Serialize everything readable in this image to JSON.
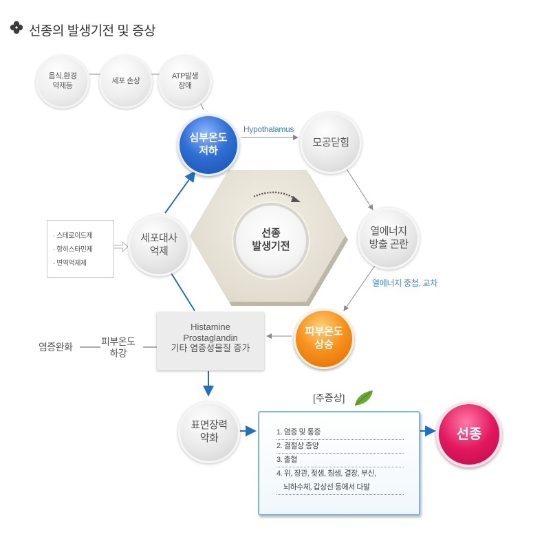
{
  "title": "선종의 발생기전 및 증상",
  "center": {
    "line1": "선종",
    "line2": "발생기전"
  },
  "top_chain": [
    {
      "line1": "음식,환경",
      "line2": "약제등"
    },
    {
      "line1": "세포 손상",
      "line2": ""
    },
    {
      "line1": "ATP발생",
      "line2": "장애"
    }
  ],
  "nodes": {
    "core_temp_drop": {
      "line1": "심부온도",
      "line2": "저하"
    },
    "pore_closure": {
      "line1": "모공닫힘",
      "line2": ""
    },
    "heat_release": {
      "line1": "열에너지",
      "line2": "방출 곤란"
    },
    "skin_temp_rise": {
      "line1": "피부온도",
      "line2": "상승"
    },
    "cell_metabolism": {
      "line1": "세포대사",
      "line2": "억제"
    },
    "surface_tension": {
      "line1": "표면장력",
      "line2": "약화"
    },
    "adenoma": "선종"
  },
  "labels": {
    "hypothalamus": "Hypothalamus",
    "heat_overlap": "열에너지 중첩, 교차",
    "inflammation_relief": "염증완화",
    "skin_temp_fall": {
      "line1": "피부온도",
      "line2": "하강"
    }
  },
  "drug_list": [
    "· 스테로이드제",
    "· 항히스타민제",
    "· 면역억제제"
  ],
  "mediators": [
    "Histamine",
    "Prostaglandin",
    "기타 염증성물질 증가"
  ],
  "symptoms": {
    "title": "[주증상]",
    "items": [
      "1. 염증 및 통증",
      "2. 결절상 종양",
      "3. 출혈",
      "4. 위, 장관, 젖샘, 침샘, 결장, 부신,",
      "뇌하수체, 갑상선 등에서 다발"
    ]
  },
  "colors": {
    "blue_node": "#2f6fd6",
    "orange_node": "#f7931e",
    "pink_node": "#e2185f",
    "accent_text": "#3a82c6",
    "box_border": "#7db6e6"
  }
}
